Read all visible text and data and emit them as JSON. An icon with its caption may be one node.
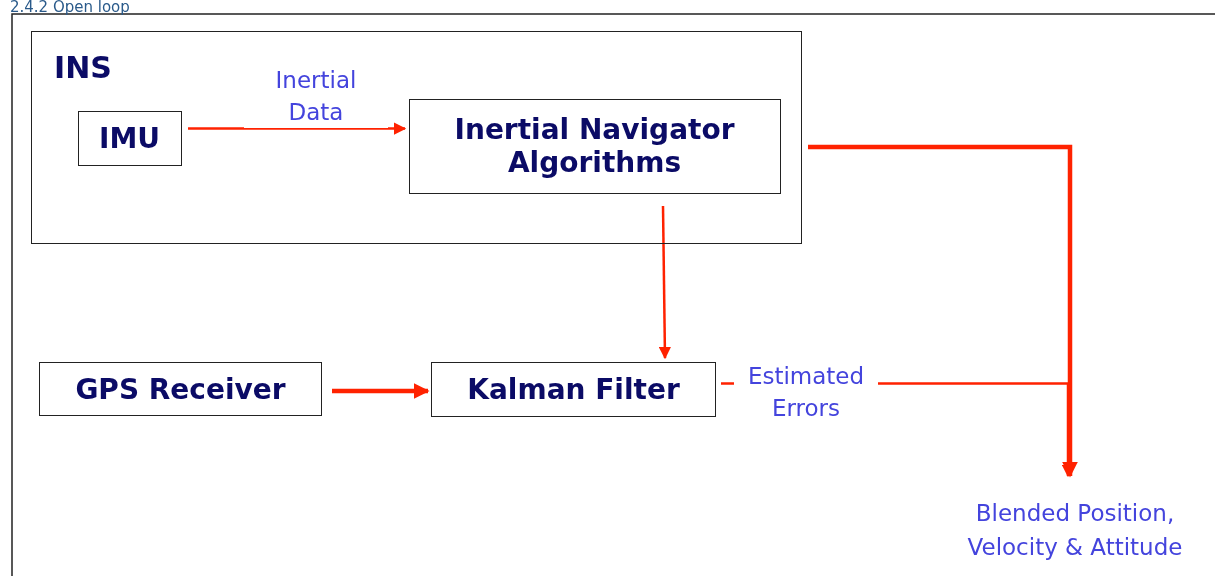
{
  "diagram": {
    "title": "2.4.2 Open loop",
    "nodes": [
      {
        "text": [
          "INS"
        ]
      },
      {
        "text": [
          "IMU"
        ],
        "in": 0
      },
      {
        "text": [
          "Inertial Navigator Algorithms"
        ],
        "in": 0
      },
      {
        "text": [
          "GPS Receiver"
        ]
      },
      {
        "text": [
          "Kalman Filter"
        ]
      },
      {
        "text": [
          "Blended Position, Velocity & Attitude"
        ]
      }
    ],
    "edges": [
      {
        "from": 1,
        "to": 2,
        "arrow": "to",
        "label": "Inertial Data"
      },
      {
        "from": 2,
        "to": 4,
        "arrow": "to"
      },
      {
        "from": 3,
        "to": 4,
        "arrow": "to",
        "style": "thick"
      },
      {
        "from": 2,
        "to": 5,
        "arrow": "to",
        "style": "thick"
      },
      {
        "from": 4,
        "to": 5,
        "arrow": "to",
        "label": "Estimated Errors"
      }
    ]
  }
}
